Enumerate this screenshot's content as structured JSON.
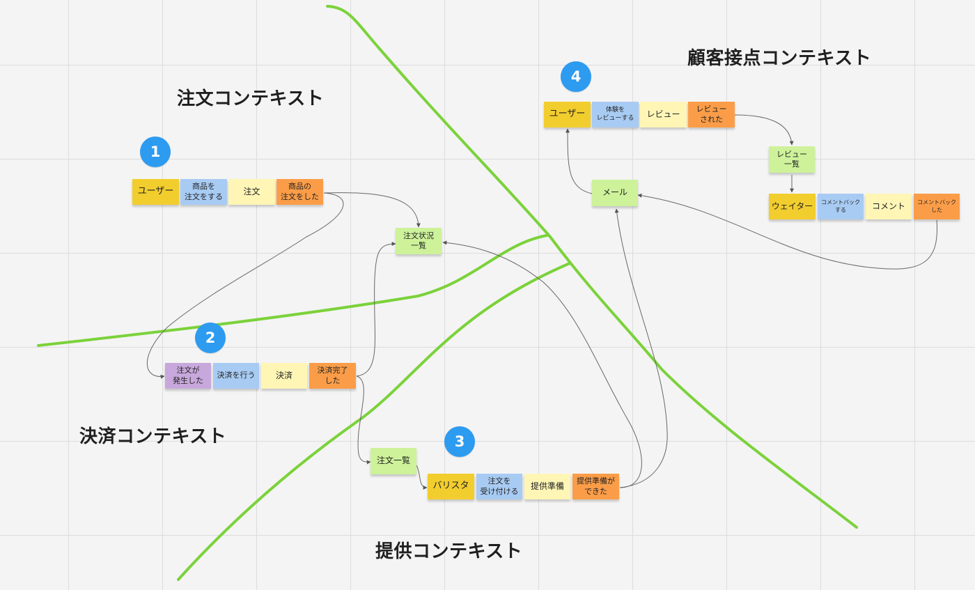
{
  "contexts": {
    "order": "注文コンテキスト",
    "payment": "決済コンテキスト",
    "serving": "提供コンテキスト",
    "customer": "顧客接点コンテキスト"
  },
  "badges": {
    "b1": "1",
    "b2": "2",
    "b3": "3",
    "b4": "4"
  },
  "stickies": {
    "order_user": "ユーザー",
    "order_cmd": "商品を\n注文をする",
    "order_agg": "注文",
    "order_evt": "商品の\n注文をした",
    "order_status_list": "注文状況\n一覧",
    "pay_policy": "注文が\n発生した",
    "pay_cmd": "決済を行う",
    "pay_agg": "決済",
    "pay_evt": "決済完了\nした",
    "serve_list": "注文一覧",
    "serve_actor": "バリスタ",
    "serve_cmd": "注文を\n受け付ける",
    "serve_agg": "提供準備",
    "serve_evt": "提供準備が\nできた",
    "cx_user": "ユーザー",
    "cx_cmd": "体験を\nレビューする",
    "cx_agg": "レビュー",
    "cx_evt": "レビュー\nされた",
    "cx_review_list": "レビュー\n一覧",
    "cx_mail": "メール",
    "cx_waiter": "ウェイター",
    "cx_cmd2": "コメントバック\nする",
    "cx_agg2": "コメント",
    "cx_evt2": "コメントバック\nした"
  },
  "colors": {
    "actor": "#f2cd2e",
    "command": "#a8cbf3",
    "aggregate": "#fff6b6",
    "event": "#fb9d48",
    "read_model": "#cdf29a",
    "policy": "#c8a8dc",
    "badge": "#2d9bf0",
    "boundary": "#7bd23a"
  }
}
